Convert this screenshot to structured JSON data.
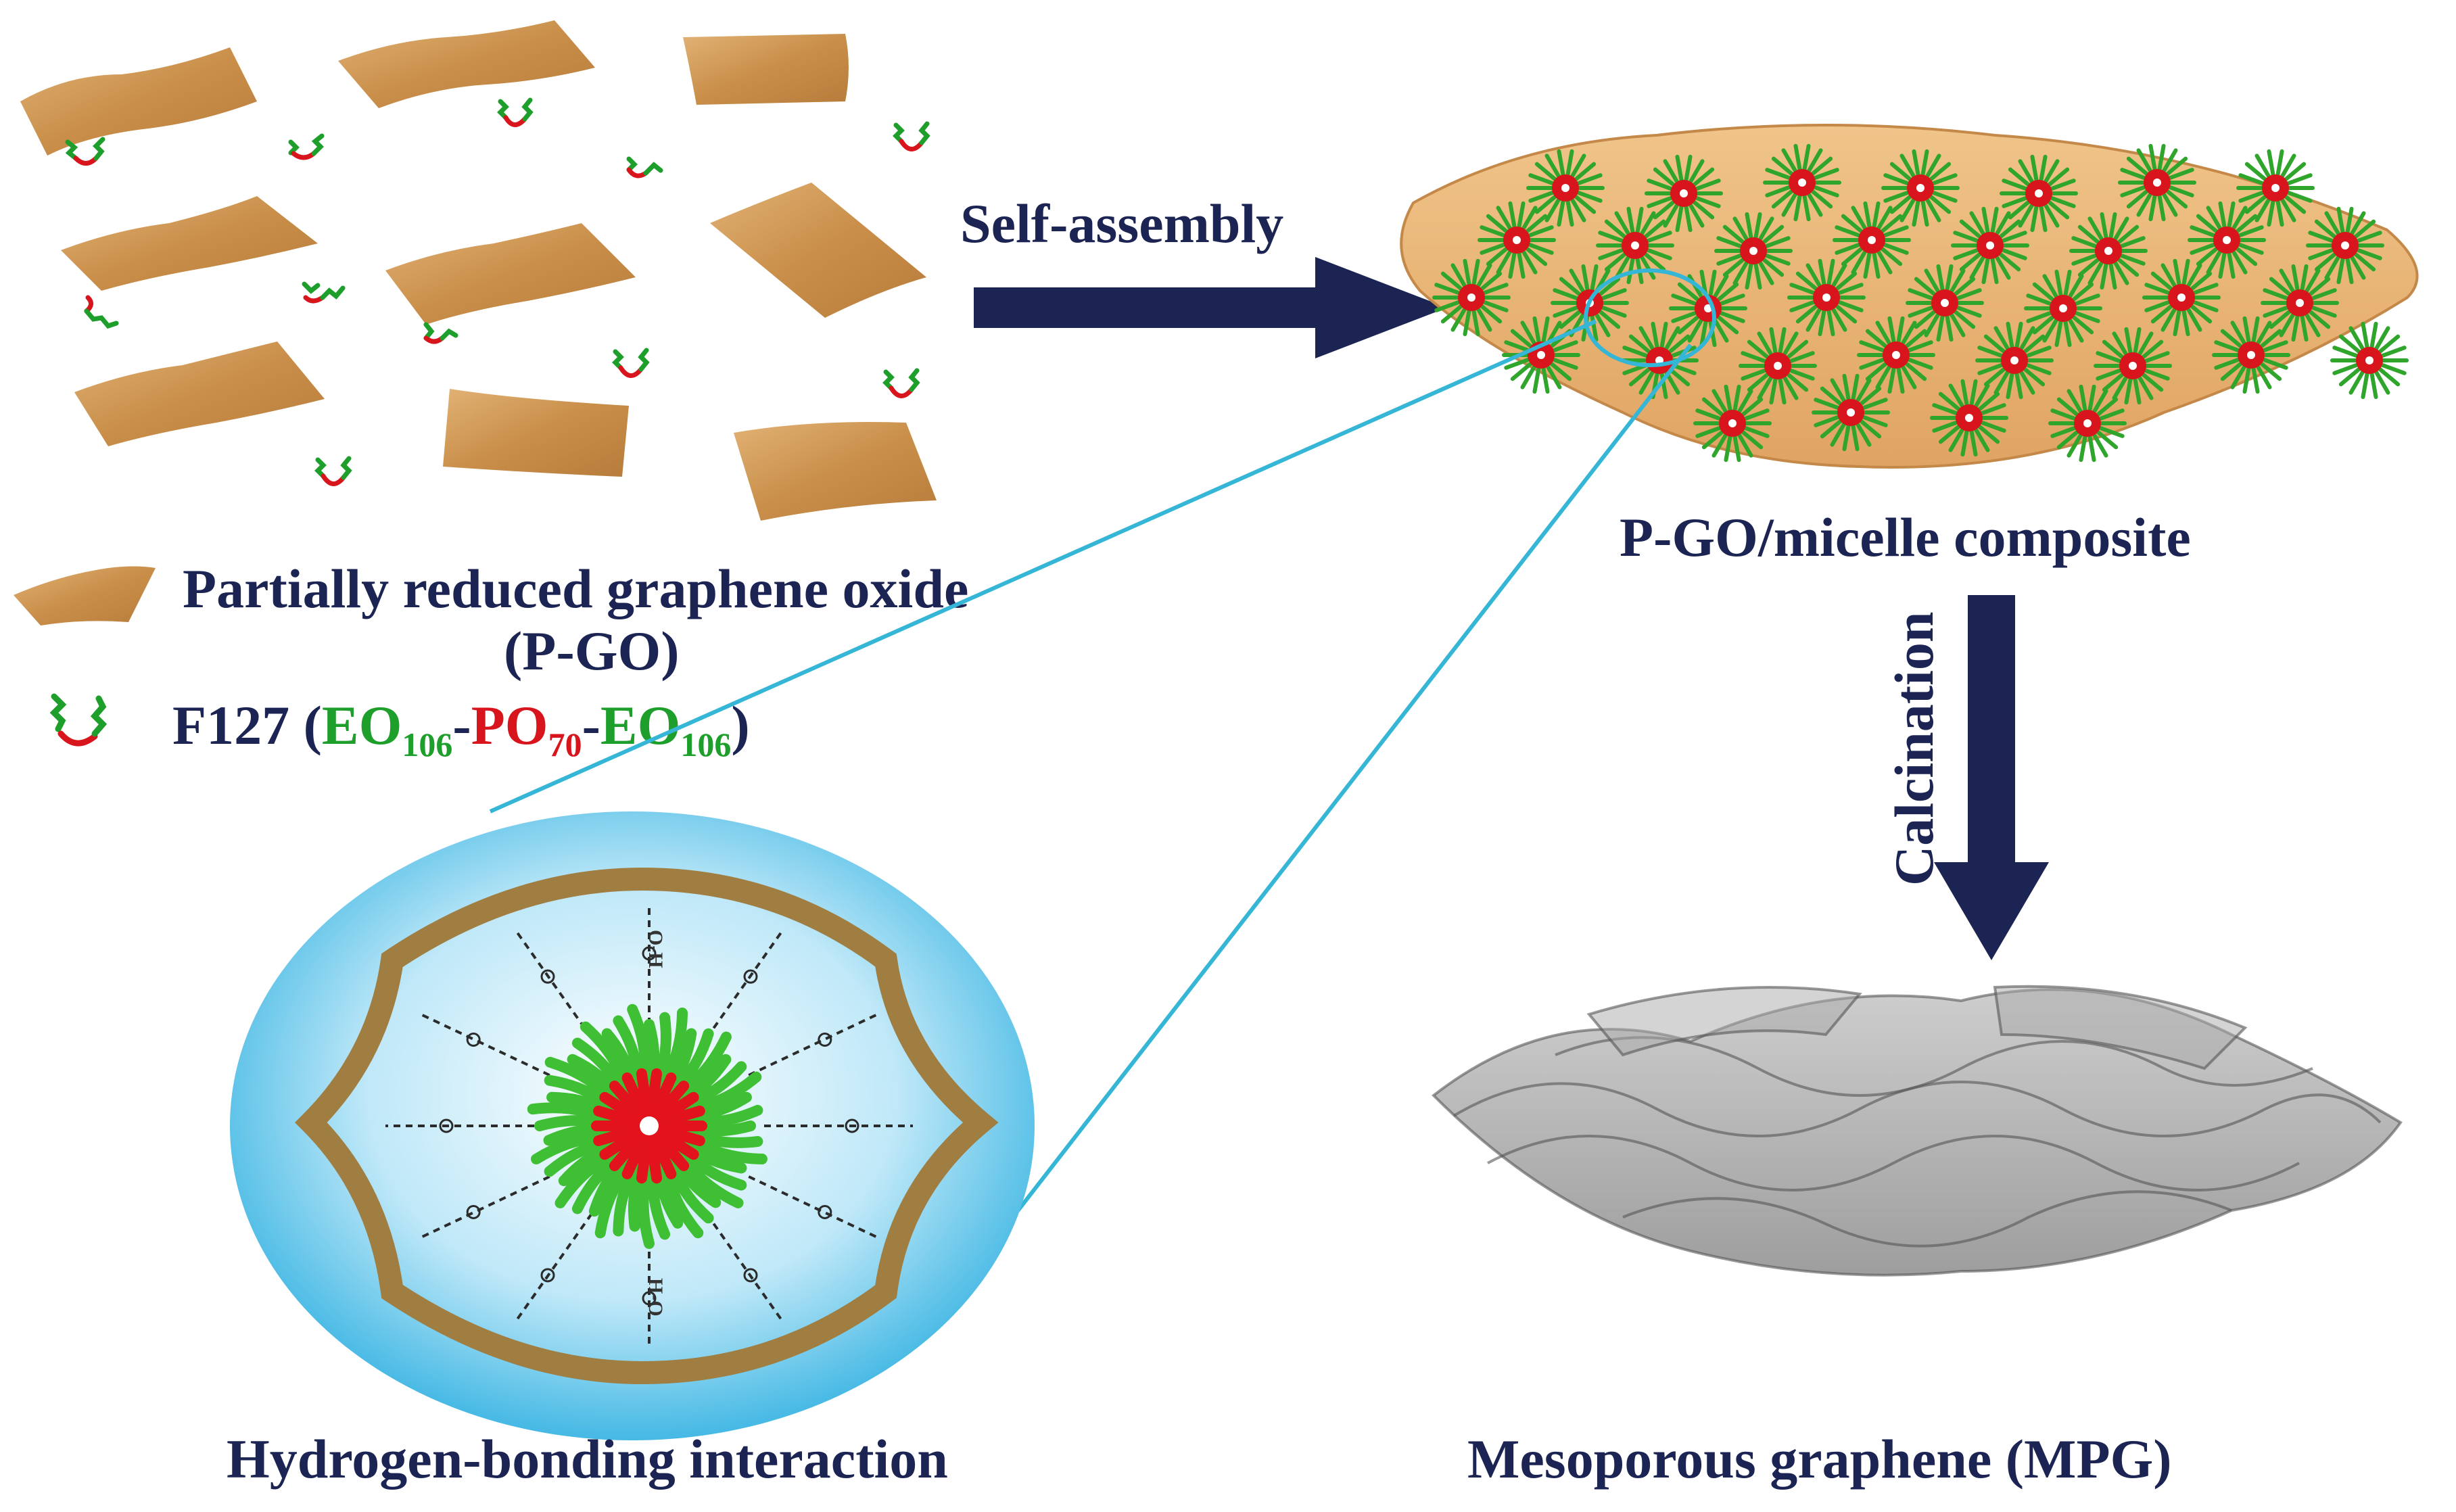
{
  "legend": {
    "pgo_line1": "Partially reduced graphene oxide",
    "pgo_line2": "(P-GO)",
    "f127_prefix": "F127 (",
    "eo_left": "EO",
    "eo_left_sub": "106",
    "dash1": "-",
    "po": "PO",
    "po_sub": "70",
    "dash2": "-",
    "eo_right": "EO",
    "eo_right_sub": "106",
    "f127_suffix": ")"
  },
  "arrows": {
    "self_assembly": "Self-assembly",
    "calcination": "Calcination"
  },
  "captions": {
    "composite": "P-GO/micelle composite",
    "hydrogen": "Hydrogen-bonding interaction",
    "mpg": "Mesoporous graphene (MPG)"
  },
  "bond_labels": {
    "top": "O-H",
    "bottom": "H-O"
  },
  "colors": {
    "navy": "#1b2452",
    "sheet": "#d09a55",
    "eo_green": "#1e9e2a",
    "po_red": "#d8141c",
    "cyan_line": "#35b6d6",
    "mpg_gray": "#9a9a9a"
  }
}
